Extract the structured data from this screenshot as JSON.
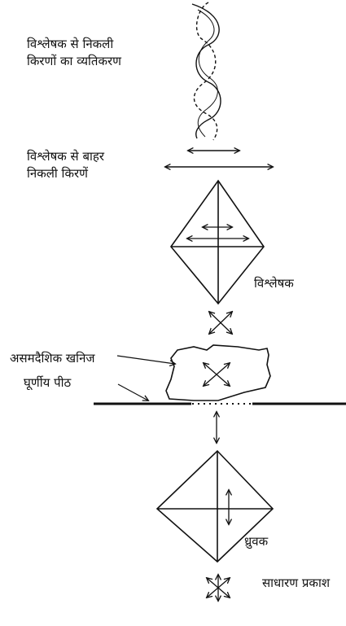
{
  "labels": {
    "interference_line1": "विश्लेषक से निकली",
    "interference_line2": "किरणों का व्यतिकरण",
    "emerging_line1": "विश्लेषक से बाहर",
    "emerging_line2": "निकली किरणें",
    "analyser": "विश्लेषक",
    "anisotropic_mineral": "असमदैशिक खनिज",
    "rotating_stage": "घूर्णीय पीठ",
    "polariser": "ध्रुवक",
    "ordinary_light": "साधारण प्रकाश"
  },
  "colors": {
    "ink": "#111111",
    "background": "#ffffff"
  }
}
